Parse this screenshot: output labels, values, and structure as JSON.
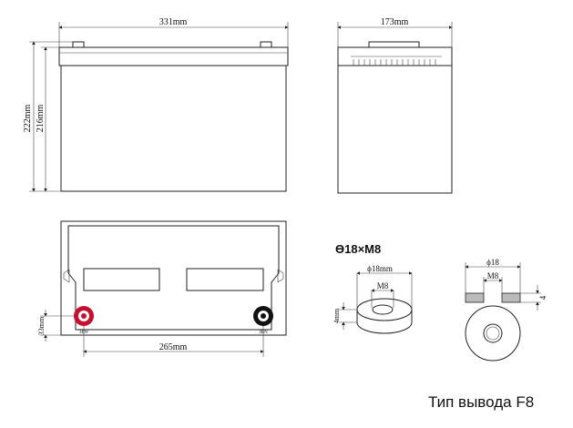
{
  "front_view": {
    "length": "331mm",
    "total_height": "222mm",
    "container_height": "216mm"
  },
  "side_view": {
    "width": "173mm"
  },
  "top_view": {
    "terminal_spacing": "265mm",
    "terminal_offset": "33mm",
    "pos_label": "ЗБW",
    "neg_label": "ЗBN"
  },
  "terminal": {
    "spec": "ϴ18×M8",
    "outer_dia": "ϕ18mm",
    "bolt": "M8",
    "height": "4mm",
    "side_outer_dia": "ϕ18",
    "side_bolt": "M8",
    "side_height": "4"
  },
  "caption": "Тип вывода F8",
  "colors": {
    "positive": "#c8102e",
    "negative": "#111111",
    "line": "#222222"
  }
}
